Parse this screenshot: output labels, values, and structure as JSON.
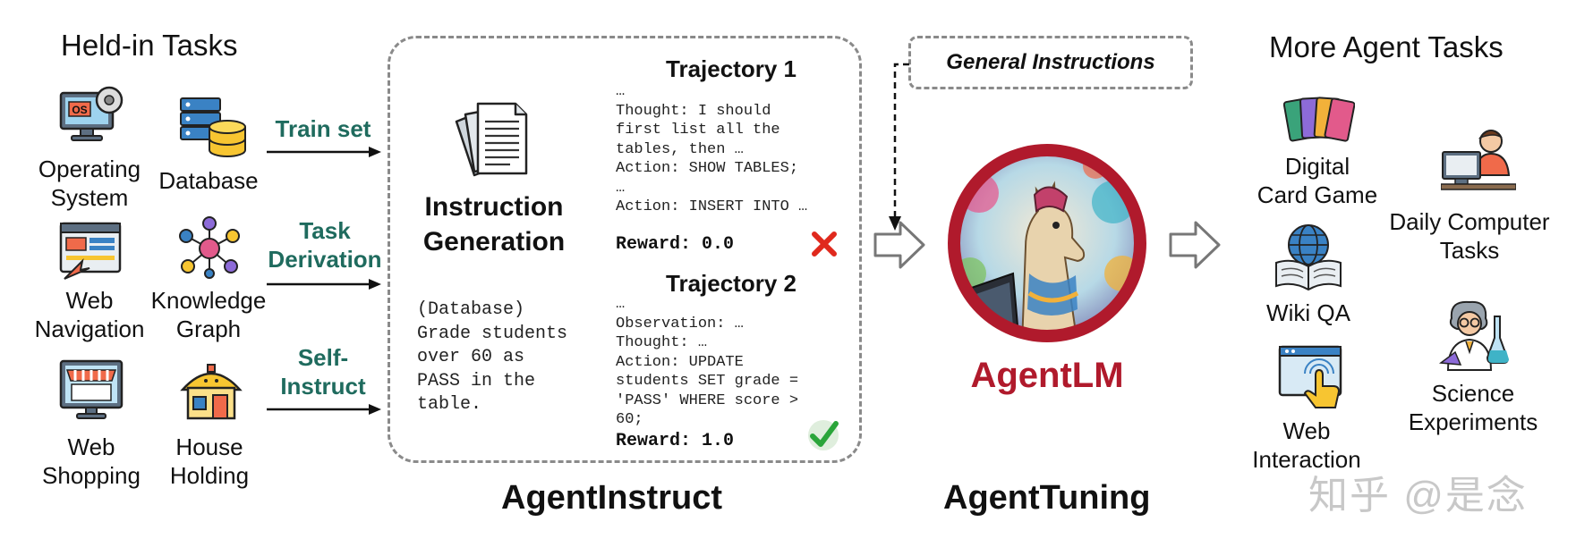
{
  "held_in": {
    "title": "Held-in Tasks",
    "tasks": [
      {
        "label": "Operating\nSystem",
        "icon": "monitor-os-icon"
      },
      {
        "label": "Database",
        "icon": "database-icon"
      },
      {
        "label": "Web\nNavigation",
        "icon": "web-navigation-icon"
      },
      {
        "label": "Knowledge\nGraph",
        "icon": "knowledge-graph-icon"
      },
      {
        "label": "Web\nShopping",
        "icon": "web-shopping-icon"
      },
      {
        "label": "House\nHolding",
        "icon": "house-icon"
      }
    ]
  },
  "methods": [
    {
      "label": "Train set"
    },
    {
      "label": "Task\nDerivation"
    },
    {
      "label": "Self-\nInstruct"
    }
  ],
  "agentinstruct": {
    "title": "AgentInstruct",
    "instruction_label": "Instruction\nGeneration",
    "example": "(Database)\nGrade students\nover 60 as\nPASS in the\ntable.",
    "trajectories": [
      {
        "title": "Trajectory 1",
        "text": "…\nThought: I should\nfirst list all the\ntables, then …\nAction: SHOW TABLES;\n…\nAction: INSERT INTO …",
        "reward": "Reward: 0.0",
        "result_icon": "red-cross-icon",
        "result_color": "#e0291d"
      },
      {
        "title": "Trajectory 2",
        "text": "…\nObservation: …\nThought: …\nAction: UPDATE\nstudents SET grade =\n'PASS' WHERE score >\n60;",
        "reward": "Reward: 1.0",
        "result_icon": "green-check-icon",
        "result_color": "#2aa53a"
      }
    ]
  },
  "general_instructions": "General Instructions",
  "agenttuning": {
    "title": "AgentTuning",
    "model_name": "AgentLM",
    "model_color": "#b01a2c"
  },
  "more_tasks": {
    "title": "More Agent Tasks",
    "tasks": [
      {
        "label": "Digital\nCard Game",
        "icon": "cards-icon"
      },
      {
        "label": "Daily Computer\nTasks",
        "icon": "person-computer-icon"
      },
      {
        "label": "Wiki QA",
        "icon": "globe-book-icon"
      },
      {
        "label": "Science\nExperiments",
        "icon": "scientist-icon"
      },
      {
        "label": "Web\nInteraction",
        "icon": "touch-screen-icon"
      }
    ]
  },
  "watermark": "知乎 @是念"
}
